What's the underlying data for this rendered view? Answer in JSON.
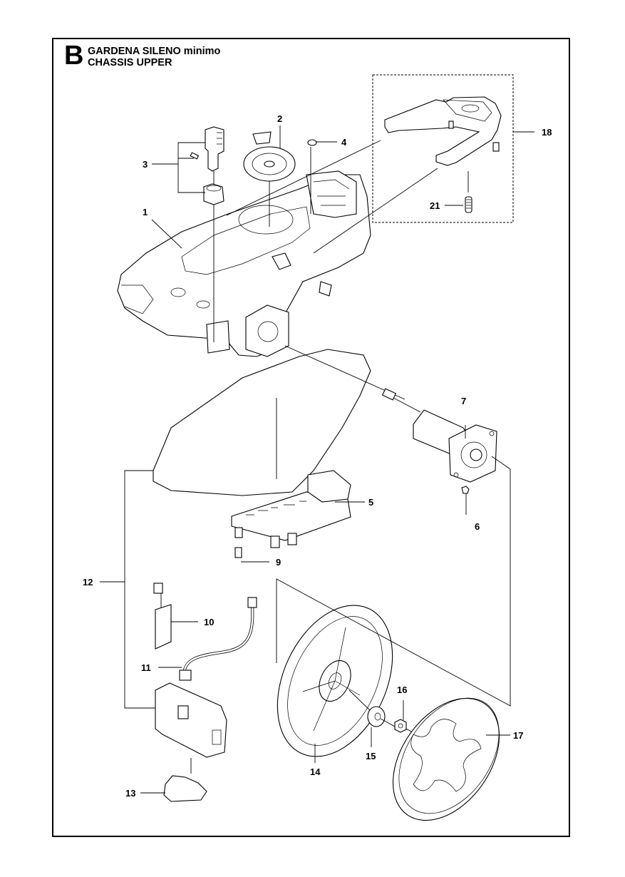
{
  "header": {
    "section_letter": "B",
    "model": "GARDENA SILENO minimo",
    "assembly": "CHASSIS UPPER"
  },
  "callouts": [
    {
      "id": "1",
      "part": "chassis-upper"
    },
    {
      "id": "2",
      "part": "keypad-membrane"
    },
    {
      "id": "3",
      "part": "switch-assembly"
    },
    {
      "id": "4",
      "part": "o-ring"
    },
    {
      "id": "5",
      "part": "main-circuit-board"
    },
    {
      "id": "6",
      "part": "screw"
    },
    {
      "id": "7",
      "part": "wheel-motor"
    },
    {
      "id": "9",
      "part": "cable"
    },
    {
      "id": "10",
      "part": "small-circuit-board"
    },
    {
      "id": "11",
      "part": "battery-cable"
    },
    {
      "id": "12",
      "part": "battery-kit"
    },
    {
      "id": "13",
      "part": "battery-holder"
    },
    {
      "id": "14",
      "part": "drive-wheel"
    },
    {
      "id": "15",
      "part": "washer"
    },
    {
      "id": "16",
      "part": "nut"
    },
    {
      "id": "17",
      "part": "wheel-hubcap"
    },
    {
      "id": "18",
      "part": "handle-kit"
    },
    {
      "id": "21",
      "part": "spring"
    }
  ]
}
